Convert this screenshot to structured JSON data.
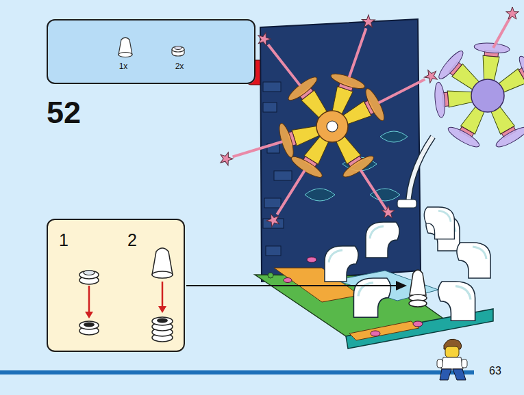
{
  "diagram": {
    "nodes": [
      {
        "text": [
          "1x",
          "2x"
        ]
      },
      {
        "text": [
          "1",
          "2"
        ]
      }
    ],
    "labels": [
      "52",
      "63"
    ]
  }
}
